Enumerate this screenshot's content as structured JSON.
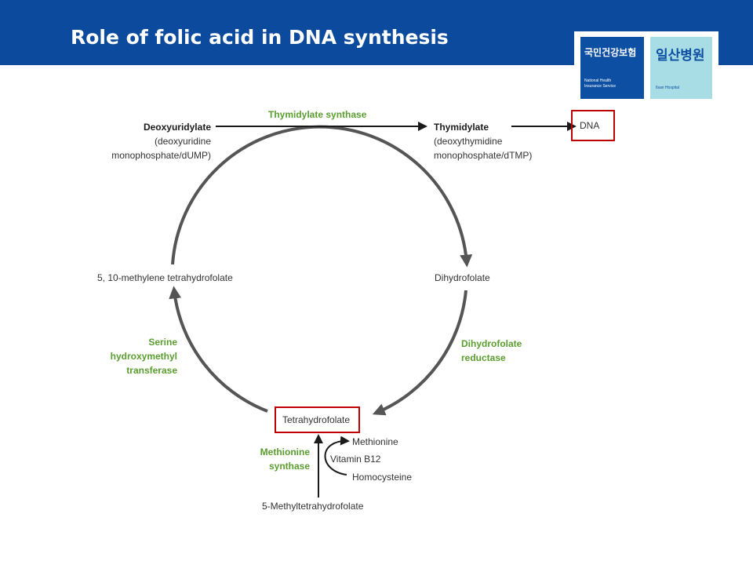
{
  "slide": {
    "title": "Role of folic acid in DNA synthesis"
  },
  "logo": {
    "left_korean": "국민건강보험",
    "left_english_line1": "National Health",
    "left_english_line2": "Insurance Service",
    "right_korean": "일산병원",
    "right_english": "Ilsan Hospital",
    "colors": {
      "left_bg": "#0d4fa3",
      "right_bg": "#a8dde6"
    }
  },
  "diagram": {
    "nodes": {
      "deoxyuridylate_name": "Deoxyuridylate",
      "deoxyuridylate_detail1": "(deoxyuridine",
      "deoxyuridylate_detail2": "monophosphate/dUMP)",
      "thymidylate_name": "Thymidylate",
      "thymidylate_detail1": "(deoxythymidine",
      "thymidylate_detail2": "monophosphate/dTMP)",
      "dna": "DNA",
      "dihydrofolate": "Dihydrofolate",
      "methylene_thf": "5, 10-methylene tetrahydrofolate",
      "tetrahydrofolate": "Tetrahydrofolate",
      "methionine": "Methionine",
      "vitamin_b12": "Vitamin B12",
      "homocysteine": "Homocysteine",
      "methyl_thf": "5-Methyltetrahydrofolate"
    },
    "enzymes": {
      "thymidylate_synthase": "Thymidylate synthase",
      "dihydrofolate_reductase_1": "Dihydrofolate",
      "dihydrofolate_reductase_2": "reductase",
      "serine_1": "Serine",
      "serine_2": "hydroxymethyl",
      "serine_3": "transferase",
      "methionine_synthase_1": "Methionine",
      "methionine_synthase_2": "synthase"
    },
    "colors": {
      "enzyme_text": "#5a9e2f",
      "highlight_box": "#c00000",
      "cycle_arrow": "#555555",
      "straight_arrow": "#1a1a1a",
      "header_bg": "#0b4a9c"
    }
  }
}
